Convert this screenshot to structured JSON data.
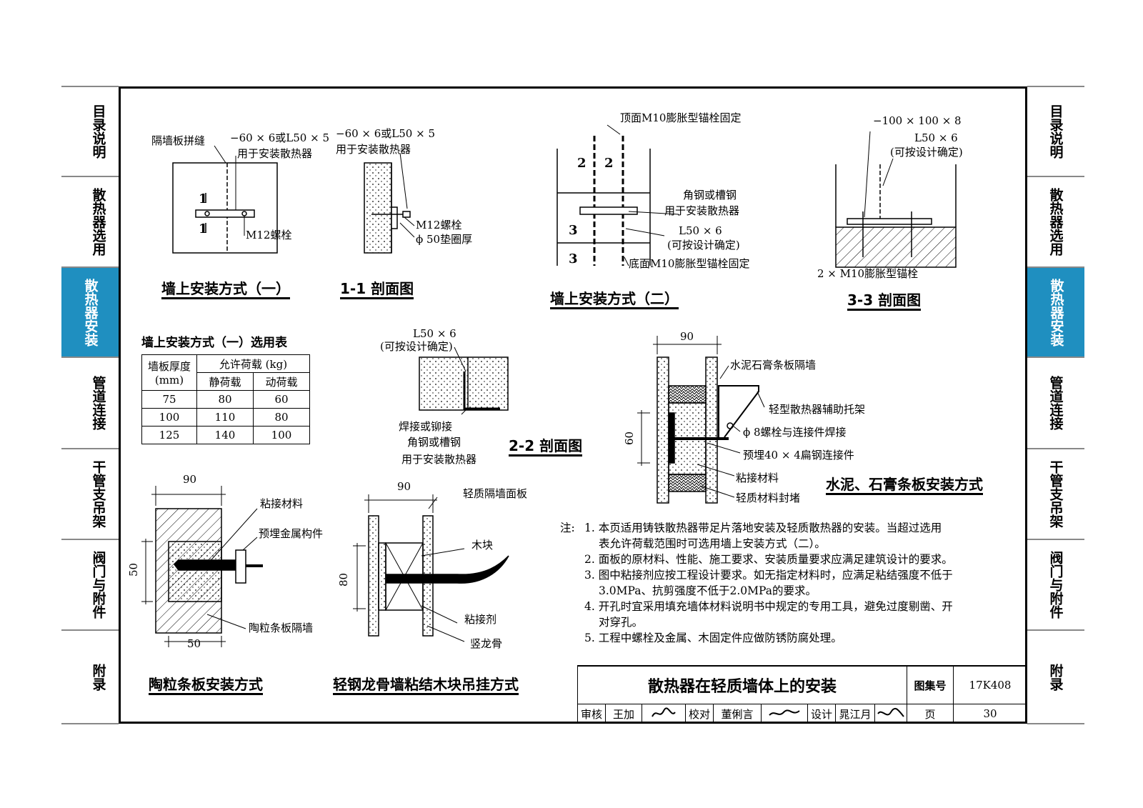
{
  "side_tabs": [
    {
      "label": "目录说明",
      "active": false
    },
    {
      "label": "散热器选用",
      "active": false
    },
    {
      "label": "散热器安装",
      "active": true
    },
    {
      "label": "管道连接",
      "active": false
    },
    {
      "label": "干管支吊架",
      "active": false
    },
    {
      "label": "阀门与附件",
      "active": false
    },
    {
      "label": "附录",
      "active": false
    }
  ],
  "colors": {
    "accent": "#1f8fc0"
  },
  "figures": {
    "wall1": {
      "title": "墙上安装方式（一）",
      "label_joint": "隔墙板拼缝",
      "label_plate": "−60 × 6或L50 × 5",
      "label_plate_use": "用于安装散热器",
      "label_bolt": "M12螺栓",
      "mark_1": "1"
    },
    "sec11": {
      "title": "1-1 剖面图",
      "label_plate": "−60 × 6或L50 × 5",
      "label_plate_use": "用于安装散热器",
      "label_bolt": "M12螺栓",
      "label_washer": "ϕ 50垫圈厚"
    },
    "wall2": {
      "title": "墙上安装方式（二）",
      "label_top": "顶面M10膨胀型锚栓固定",
      "label_angle": "角钢或槽钢",
      "label_angle_use": "用于安装散热器",
      "label_l50": "L50 × 6",
      "label_l50_note": "(可按设计确定)",
      "label_bottom": "底面M10膨胀型锚栓固定",
      "mark_2": "2",
      "mark_3": "3"
    },
    "sec33": {
      "title": "3-3 剖面图",
      "label_plate": "−100 × 100 × 8",
      "label_l50": "L50 × 6",
      "label_l50_note": "(可按设计确定)",
      "label_anchor": "2 × M10膨胀型锚栓"
    },
    "table": {
      "title": "墙上安装方式（一）选用表",
      "col1": "墙板厚度",
      "col1_unit": "(mm)",
      "load_header": "允许荷载 (kg)",
      "static": "静荷载",
      "dynamic": "动荷载",
      "rows": [
        [
          "75",
          "80",
          "60"
        ],
        [
          "100",
          "110",
          "80"
        ],
        [
          "125",
          "140",
          "100"
        ]
      ]
    },
    "sec22": {
      "title": "2-2 剖面图",
      "label_l50": "L50 × 6",
      "label_l50_note": "(可按设计确定)",
      "label_weld": "焊接或铆接",
      "label_angle": "角钢或槽钢",
      "label_angle_use": "用于安装散热器"
    },
    "cement": {
      "title": "水泥、石膏条板安装方式",
      "dim_90": "90",
      "dim_60": "60",
      "label_wall": "水泥石膏条板隔墙",
      "label_bracket": "轻型散热器辅助托架",
      "label_bolt": "ϕ 8螺栓与连接件焊接",
      "label_embed": "预埋40 × 4扁钢连接件",
      "label_adhesive": "粘接材料",
      "label_seal": "轻质材料封堵"
    },
    "ceramsite": {
      "title": "陶粒条板安装方式",
      "dim_90": "90",
      "dim_50v": "50",
      "dim_50h": "50",
      "label_adhesive": "粘接材料",
      "label_embed": "预埋金属构件",
      "label_wall": "陶粒条板隔墙"
    },
    "steelstud": {
      "title": "轻钢龙骨墙粘结木块吊挂方式",
      "dim_90": "90",
      "dim_80": "80",
      "label_panel": "轻质隔墙面板",
      "label_wood": "木块",
      "label_glue": "粘接剂",
      "label_stud": "竖龙骨"
    }
  },
  "notes": {
    "prefix": "注:",
    "lines": [
      "1. 本页适用铸铁散热器带足片落地安装及轻质散热器的安装。当超过选用",
      "表允许荷载范围时可选用墙上安装方式（二）。",
      "2. 面板的原材料、性能、施工要求、安装质量要求应满足建筑设计的要求。",
      "3. 图中粘接剂应按工程设计要求。如无指定材料时，应满足粘结强度不低于",
      "3.0MPa、抗剪强度不低于2.0MPa的要求。",
      "4. 开孔时宜采用填充墙体材料说明书中规定的专用工具，避免过度剔凿、开",
      "对穿孔。",
      "5. 工程中螺栓及金属、木固定件应做防锈防腐处理。"
    ]
  },
  "title_block": {
    "title": "散热器在轻质墙体上的安装",
    "atlas_label": "图集号",
    "atlas_no": "17K408",
    "review_label": "审核",
    "reviewer": "王加",
    "check_label": "校对",
    "checker": "董俐言",
    "design_label": "设计",
    "designer": "晁江月",
    "page_label": "页",
    "page_no": "30"
  }
}
